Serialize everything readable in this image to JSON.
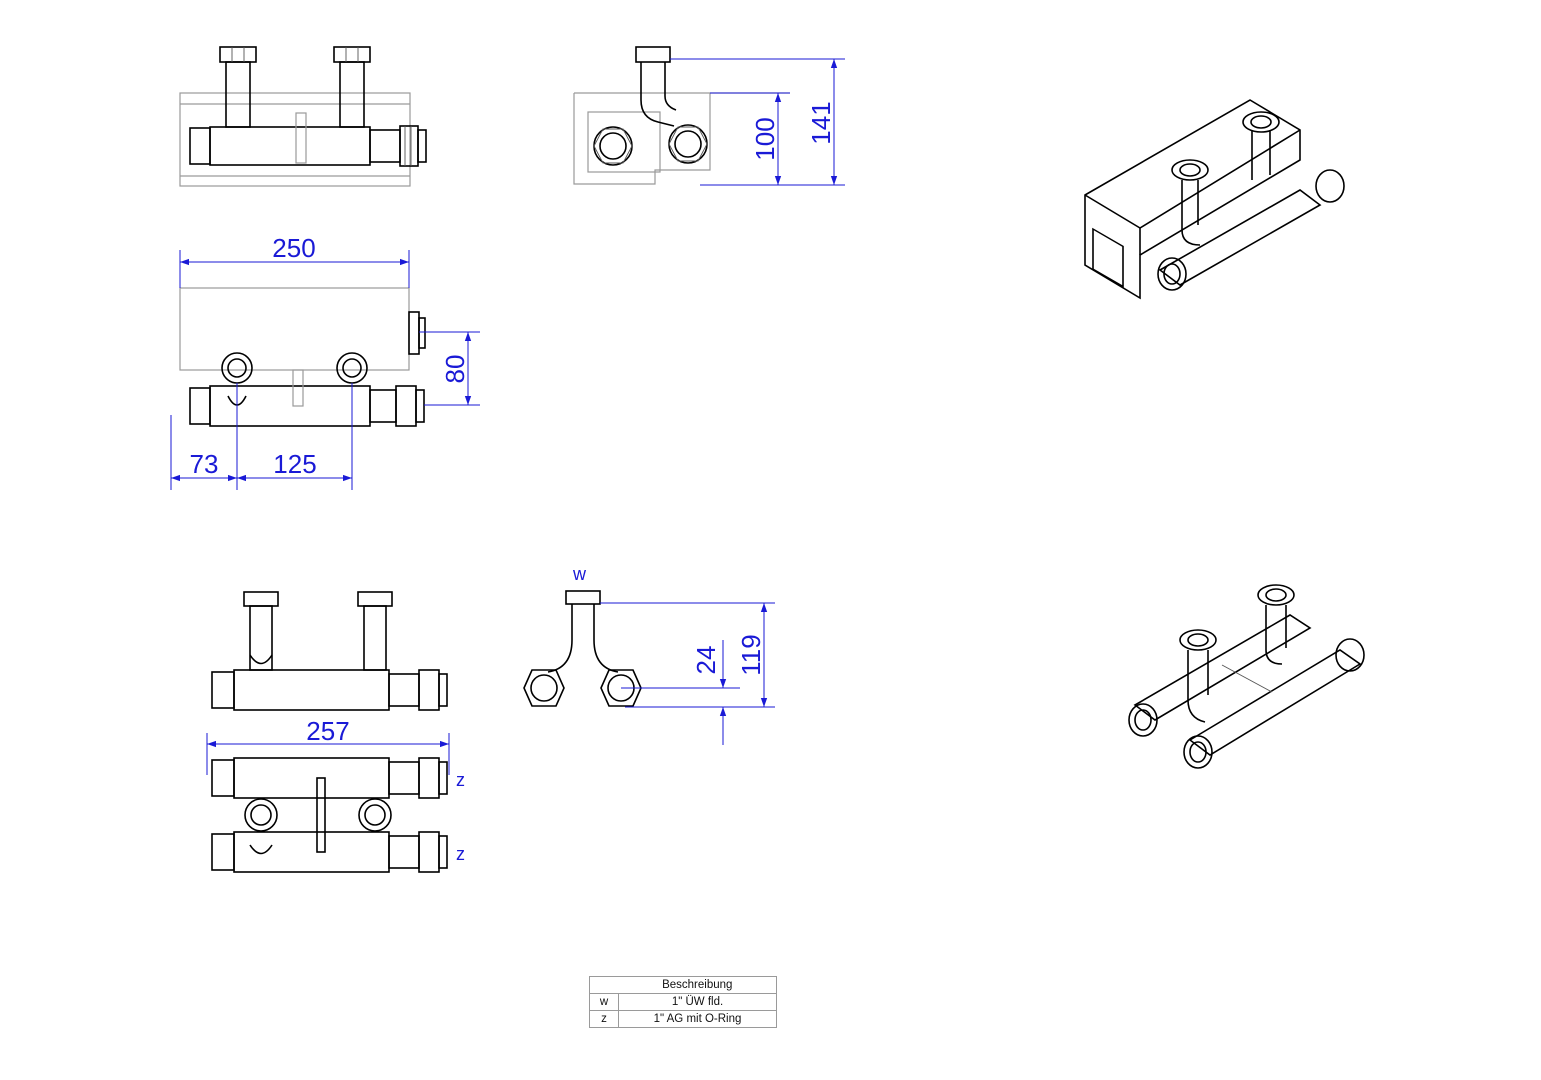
{
  "colors": {
    "dimension": "#1a1ad6",
    "linework": "#000000"
  },
  "dimensions": {
    "top_width": "250",
    "top_depth": "80",
    "top_offset": "73",
    "top_spacing": "125",
    "side_height_inner": "100",
    "side_height_total": "141",
    "bottom_width": "257",
    "bottom_offset": "24",
    "bottom_height": "119"
  },
  "ports": {
    "w": "w",
    "z1": "z",
    "z2": "z"
  },
  "legend": {
    "header": "Beschreibung",
    "rows": [
      {
        "code": "w",
        "description": "1\" ÜW fld."
      },
      {
        "code": "z",
        "description": "1\" AG mit O-Ring"
      }
    ]
  }
}
